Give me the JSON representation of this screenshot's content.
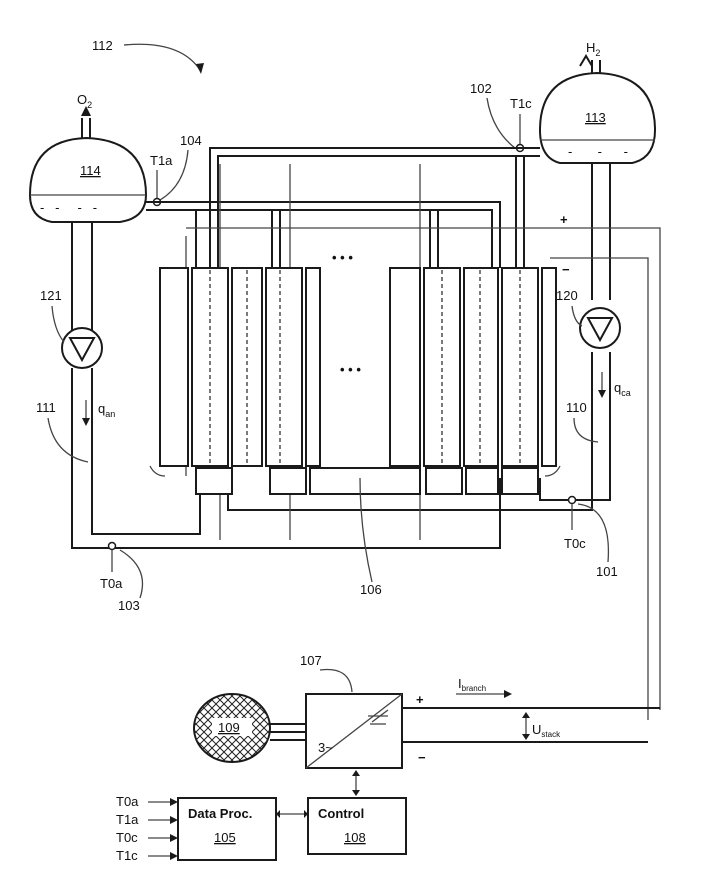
{
  "labels": {
    "ref_112": "112",
    "o2": "O",
    "o2_sub": "2",
    "h2": "H",
    "h2_sub": "2",
    "tank_114": "114",
    "tank_113": "113",
    "ref_102": "102",
    "ref_104": "104",
    "t1a": "T1a",
    "t1c": "T1c",
    "plus_stack": "+",
    "minus_stack": "−",
    "ref_121": "121",
    "ref_120": "120",
    "ref_111": "111",
    "ref_110": "110",
    "q_an": "q",
    "q_an_sub": "an",
    "q_ca": "q",
    "q_ca_sub": "ca",
    "dots_top": "• • •",
    "dots_mid": "• • •",
    "t0a": "T0a",
    "t0c": "T0c",
    "ref_103": "103",
    "ref_101": "101",
    "ref_106": "106",
    "ref_107": "107",
    "ref_109": "109",
    "converter_label": "3~",
    "i_branch": "I",
    "i_branch_sub": "branch",
    "u_stack": "U",
    "u_stack_sub": "stack",
    "plus_conv": "+",
    "minus_conv": "−",
    "data_proc_title": "Data Proc.",
    "data_proc_ref": "105",
    "control_title": "Control",
    "control_ref": "108",
    "in_t0a": "T0a",
    "in_t1a": "T1a",
    "in_t0c": "T0c",
    "in_t1c": "T1c"
  }
}
